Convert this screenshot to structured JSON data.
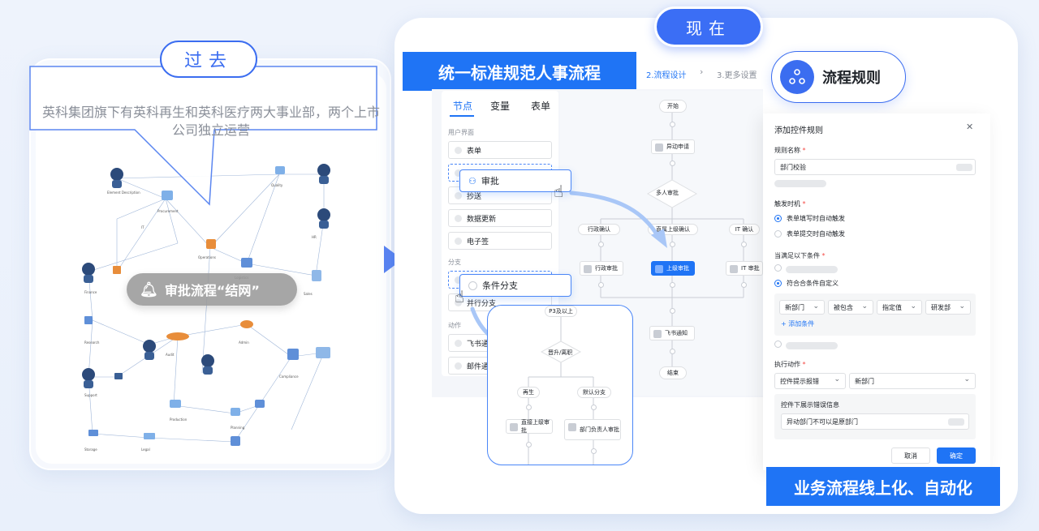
{
  "past": {
    "badge": "过去",
    "callout": "英科集团旗下有英科再生和英科医疗两大事业部，两个上市公司独立运营",
    "overlay": "审批流程“结网”"
  },
  "now": {
    "badge": "现在",
    "banner_top": "统一标准规范人事流程",
    "banner_bottom": "业务流程线上化、自动化",
    "steps": {
      "design": "2.流程设计",
      "more": "3.更多设置"
    }
  },
  "sidebar": {
    "tabs": [
      "节点",
      "变量",
      "表单"
    ],
    "section_ui": "用户界面",
    "items_ui": [
      "表单",
      "审批",
      "抄送",
      "数据更新",
      "电子签"
    ],
    "section_branch": "分支",
    "items_branch": [
      "条件分支",
      "并行分支"
    ],
    "section_action": "动作",
    "items_action": [
      "飞书通知",
      "邮件通知"
    ]
  },
  "drag": {
    "approve": "审批",
    "condition": "条件分支"
  },
  "flow": {
    "start": "开始",
    "apply": "异动申请",
    "multi": "多人审批",
    "admin_confirm": "行政确认",
    "leader_confirm": "直属上级确认",
    "it_confirm": "IT 确认",
    "admin_approve": "行政审批",
    "leader_approve": "上级审批",
    "it_approve": "IT 审批",
    "notify": "飞书通知",
    "end": "结束"
  },
  "zoom": {
    "top": "P3及以上",
    "cond": "晋升/离职",
    "left_branch": "再生",
    "right_branch": "默认分支",
    "left_box": "直接上级审批",
    "right_box": "部门负责人审批"
  },
  "rule": {
    "pill": "流程规则",
    "title": "添加控件规则",
    "close": "✕",
    "name_label": "规则名称",
    "name_value": "部门校验",
    "trigger_label": "触发时机",
    "trigger_opt1": "表单填写时自动触发",
    "trigger_opt2": "表单提交时自动触发",
    "cond_label": "当满足以下条件",
    "cond_custom": "符合合条件自定义",
    "cond_fields": [
      "新部门",
      "被包含",
      "指定值",
      "研发部"
    ],
    "add_cond": "+ 添加条件",
    "action_label": "执行动作",
    "action_sel1": "控件提示报错",
    "action_sel2": "新部门",
    "err_label": "控件下展示错误信息",
    "err_value": "异动部门不可以是原部门",
    "cancel": "取消",
    "confirm": "确定"
  },
  "network_labels": [
    "Element Description",
    "Procurement",
    "Operations",
    "Quality",
    "HR",
    "Finance",
    "IT",
    "Logistics",
    "Sales",
    "Research",
    "Audit",
    "Admin",
    "Compliance",
    "Support",
    "Production",
    "Planning",
    "Storage",
    "Legal"
  ],
  "colors": {
    "primary": "#1f74f5",
    "accent": "#3b6df0"
  }
}
